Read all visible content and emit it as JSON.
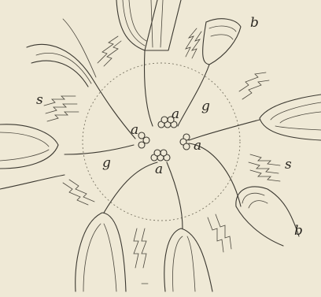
{
  "labels": {
    "b_top": "b",
    "g_right": "g",
    "a_top": "a",
    "s_left": "s",
    "a_left": "a",
    "a_right": "a",
    "g_left": "g",
    "a_bottom": "a",
    "s_right": "s",
    "b_bottom": "b"
  }
}
